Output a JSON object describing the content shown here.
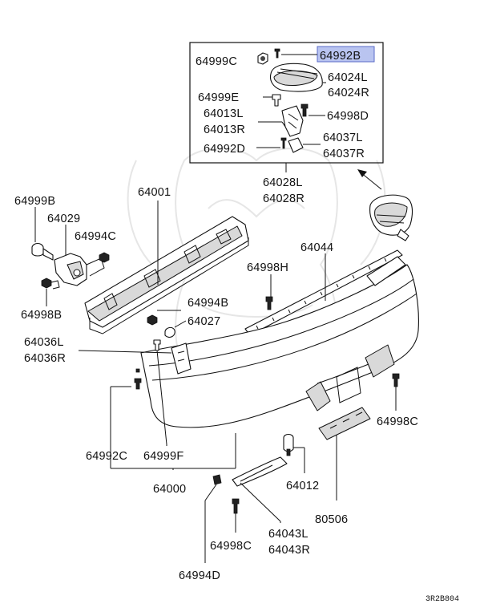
{
  "labels": {
    "p64992B": "64992B",
    "p64999C": "64999C",
    "p64024L": "64024L",
    "p64024R": "64024R",
    "p64999E": "64999E",
    "p64998D": "64998D",
    "p64013L": "64013L",
    "p64013R": "64013R",
    "p64037L": "64037L",
    "p64037R": "64037R",
    "p64992D": "64992D",
    "p64028L": "64028L",
    "p64028R": "64028R",
    "p64001": "64001",
    "p64999B": "64999B",
    "p64029": "64029",
    "p64994C": "64994C",
    "p64998B": "64998B",
    "p64044": "64044",
    "p64998H": "64998H",
    "p64994B": "64994B",
    "p64027": "64027",
    "p64036L": "64036L",
    "p64036R": "64036R",
    "p64998C_right": "64998C",
    "p64992C": "64992C",
    "p64999F": "64999F",
    "p64000": "64000",
    "p64012": "64012",
    "p80506": "80506",
    "p64998C_bottom": "64998C",
    "p64043L": "64043L",
    "p64043R": "64043R",
    "p64994D": "64994D"
  },
  "highlighted_part": "64992B",
  "diagram_code": "3R2B804",
  "colors": {
    "highlight": "#b9c4f0",
    "line": "#111111"
  }
}
